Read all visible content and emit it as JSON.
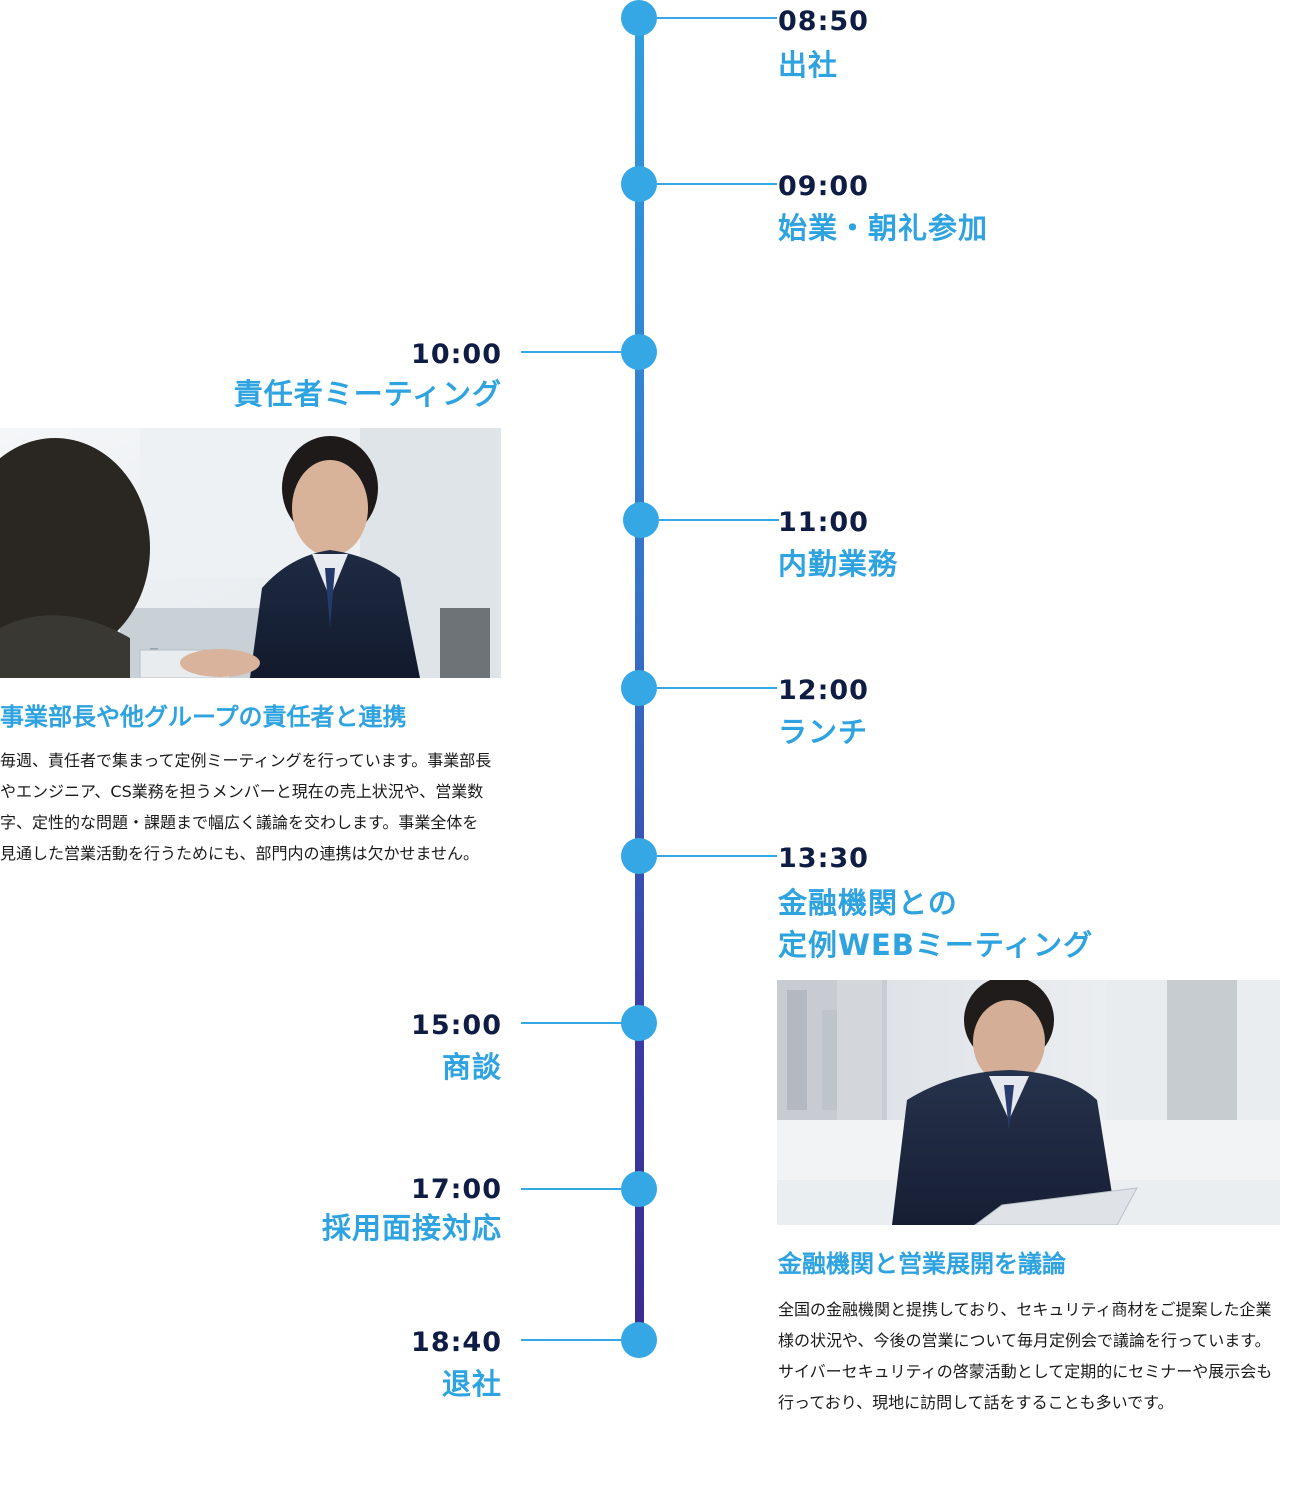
{
  "timeline": [
    {
      "time": "08:50",
      "title": "出社"
    },
    {
      "time": "09:00",
      "title": "始業・朝礼参加"
    },
    {
      "time": "10:00",
      "title": "責任者ミーティング"
    },
    {
      "time": "11:00",
      "title": "内勤業務"
    },
    {
      "time": "12:00",
      "title": "ランチ"
    },
    {
      "time": "13:30",
      "title_line1": "金融機関との",
      "title_line2": "定例WEBミーティング"
    },
    {
      "time": "15:00",
      "title": "商談"
    },
    {
      "time": "17:00",
      "title": "採用面接対応"
    },
    {
      "time": "18:40",
      "title": "退社"
    }
  ],
  "cards": {
    "meeting": {
      "title": "事業部長や他グループの責任者と連携",
      "text": "毎週、責任者で集まって定例ミーティングを行っています。事業部長やエンジニア、CS業務を担うメンバーと現在の売上状況や、営業数字、定性的な問題・課題まで幅広く議論を交わします。事業全体を見通した営業活動を行うためにも、部門内の連携は欠かせません。"
    },
    "bank": {
      "title": "金融機関と営業展開を議論",
      "text": "全国の金融機関と提携しており、セキュリティ商材をご提案した企業様の状況や、今後の営業について毎月定例会で議論を行っています。サイバーセキュリティの啓蒙活動として定期的にセミナーや展示会も行っており、現地に訪問して話をすることも多いです。"
    }
  },
  "colors": {
    "accent": "#2fa3e0",
    "time": "#0f1d45",
    "dot": "#35a7e4"
  }
}
